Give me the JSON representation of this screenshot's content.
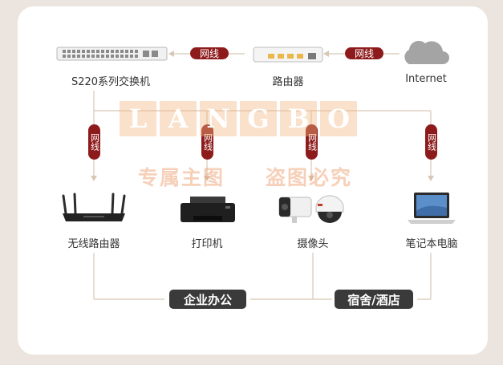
{
  "devices": {
    "switch": "S220系列交换机",
    "router": "路由器",
    "internet": "Internet",
    "wireless_router": "无线路由器",
    "printer": "打印机",
    "camera": "摄像头",
    "laptop": "笔记本电脑"
  },
  "cable_label": "网线",
  "zones": {
    "office": "企业办公",
    "hotel": "宿舍/酒店"
  },
  "watermark": {
    "letters": [
      "L",
      "A",
      "N",
      "G",
      "B",
      "O"
    ],
    "text_left": "专属主图",
    "text_right": "盗图必究"
  },
  "colors": {
    "cable": "#8e1b1b",
    "zone": "#3a3a3a",
    "line": "#d8c7b5",
    "watermark": "#f4b882"
  }
}
